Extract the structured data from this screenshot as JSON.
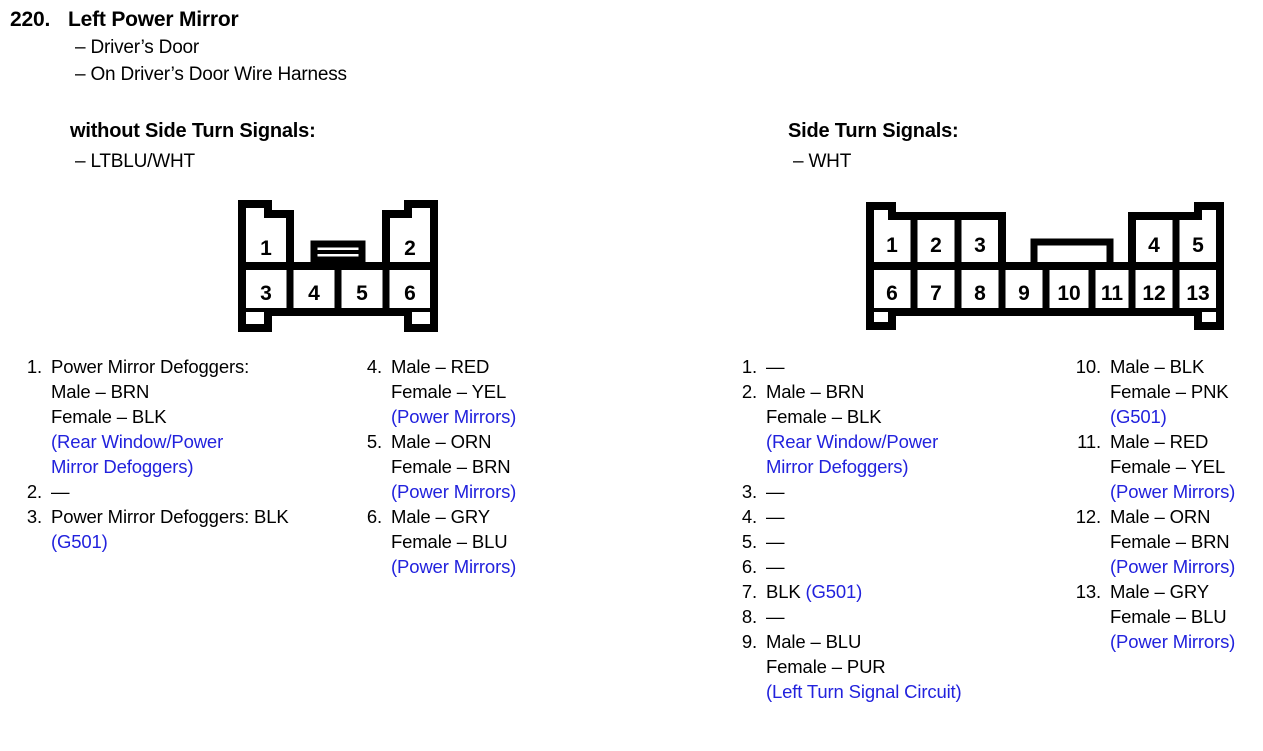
{
  "header": {
    "number": "220.",
    "title": "Left Power Mirror",
    "sub1": "– Driver’s Door",
    "sub2": "– On Driver’s Door Wire Harness"
  },
  "colors": {
    "text": "#000000",
    "circuit_blue": "#2222dd",
    "outline": "#000000"
  },
  "sections": [
    {
      "id": "without-side-turn-signals",
      "title": "without Side Turn Signals:",
      "subtitle": "– LTBLU/WHT",
      "connector": {
        "name": "6-pin-connector",
        "top_row": [
          "1",
          "2"
        ],
        "bottom_row": [
          "3",
          "4",
          "5",
          "6"
        ],
        "total_pins": 6
      },
      "pins_col1": [
        {
          "num": "1.",
          "lines": [
            {
              "text": "Power Mirror Defoggers:",
              "blue": false
            },
            {
              "text": "Male – BRN",
              "blue": false
            },
            {
              "text": "Female – BLK",
              "blue": false
            },
            {
              "text": "(Rear Window/Power",
              "blue": true
            },
            {
              "text": "Mirror Defoggers)",
              "blue": true
            }
          ]
        },
        {
          "num": "2.",
          "lines": [
            {
              "text": "—",
              "blue": false
            }
          ]
        },
        {
          "num": "3.",
          "lines": [
            {
              "text": "Power Mirror Defoggers: BLK",
              "blue": false
            },
            {
              "text": "(G501)",
              "blue": true
            }
          ]
        }
      ],
      "pins_col2": [
        {
          "num": "4.",
          "lines": [
            {
              "text": "Male – RED",
              "blue": false
            },
            {
              "text": "Female – YEL",
              "blue": false
            },
            {
              "text": "(Power Mirrors)",
              "blue": true
            }
          ]
        },
        {
          "num": "5.",
          "lines": [
            {
              "text": "Male – ORN",
              "blue": false
            },
            {
              "text": "Female – BRN",
              "blue": false
            },
            {
              "text": "(Power Mirrors)",
              "blue": true
            }
          ]
        },
        {
          "num": "6.",
          "lines": [
            {
              "text": "Male – GRY",
              "blue": false
            },
            {
              "text": "Female – BLU",
              "blue": false
            },
            {
              "text": "(Power Mirrors)",
              "blue": true
            }
          ]
        }
      ]
    },
    {
      "id": "side-turn-signals",
      "title": "Side Turn Signals:",
      "subtitle": "– WHT",
      "connector": {
        "name": "13-pin-connector",
        "top_row": [
          "1",
          "2",
          "3",
          "4",
          "5"
        ],
        "bottom_row": [
          "6",
          "7",
          "8",
          "9",
          "10",
          "11",
          "12",
          "13"
        ],
        "total_pins": 13
      },
      "pins_col1": [
        {
          "num": "1.",
          "lines": [
            {
              "text": "—",
              "blue": false
            }
          ]
        },
        {
          "num": "2.",
          "lines": [
            {
              "text": "Male – BRN",
              "blue": false
            },
            {
              "text": "Female – BLK",
              "blue": false
            },
            {
              "text": "(Rear Window/Power",
              "blue": true
            },
            {
              "text": "Mirror Defoggers)",
              "blue": true
            }
          ]
        },
        {
          "num": "3.",
          "lines": [
            {
              "text": "—",
              "blue": false
            }
          ]
        },
        {
          "num": "4.",
          "lines": [
            {
              "text": "—",
              "blue": false
            }
          ]
        },
        {
          "num": "5.",
          "lines": [
            {
              "text": "—",
              "blue": false
            }
          ]
        },
        {
          "num": "6.",
          "lines": [
            {
              "text": "—",
              "blue": false
            }
          ]
        },
        {
          "num": "7.",
          "lines": [
            {
              "text": "BLK ",
              "blue": false,
              "tail": "(G501)"
            }
          ]
        },
        {
          "num": "8.",
          "lines": [
            {
              "text": "—",
              "blue": false
            }
          ]
        },
        {
          "num": "9.",
          "lines": [
            {
              "text": "Male – BLU",
              "blue": false
            },
            {
              "text": "Female – PUR",
              "blue": false
            },
            {
              "text": "(Left Turn Signal Circuit)",
              "blue": true
            }
          ]
        }
      ],
      "pins_col2": [
        {
          "num": "10.",
          "lines": [
            {
              "text": "Male – BLK",
              "blue": false
            },
            {
              "text": "Female – PNK",
              "blue": false
            },
            {
              "text": "(G501)",
              "blue": true
            }
          ]
        },
        {
          "num": "11.",
          "lines": [
            {
              "text": "Male – RED",
              "blue": false
            },
            {
              "text": "Female – YEL",
              "blue": false
            },
            {
              "text": "(Power Mirrors)",
              "blue": true
            }
          ]
        },
        {
          "num": "12.",
          "lines": [
            {
              "text": "Male – ORN",
              "blue": false
            },
            {
              "text": "Female – BRN",
              "blue": false
            },
            {
              "text": "(Power Mirrors)",
              "blue": true
            }
          ]
        },
        {
          "num": "13.",
          "lines": [
            {
              "text": "Male – GRY",
              "blue": false
            },
            {
              "text": "Female – BLU",
              "blue": false
            },
            {
              "text": "(Power Mirrors)",
              "blue": true
            }
          ]
        }
      ]
    }
  ]
}
